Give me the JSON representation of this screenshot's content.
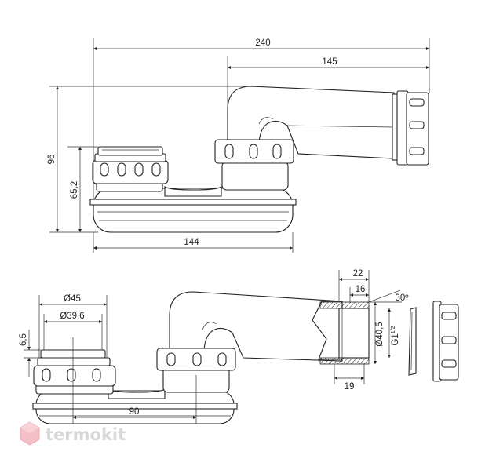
{
  "top_view": {
    "dim_overall_length": "240",
    "dim_pipe_length": "145",
    "dim_height_total": "96",
    "dim_height_outlet": "65,2",
    "dim_body_length": "144"
  },
  "bottom_view": {
    "dim_outer_diameter": "Ø45",
    "dim_inner_diameter": "Ø39,6",
    "dim_flange_height": "6,5",
    "dim_center_distance": "90",
    "dim_nut_width": "22",
    "dim_thread_length": "16",
    "dim_angle": "30º",
    "dim_pipe_diameter": "Ø40,5",
    "dim_thread": "G1",
    "dim_thread_fraction": "1/2",
    "dim_socket_length": "19"
  },
  "watermark": {
    "text": "termokit",
    "color": "#e06070"
  }
}
